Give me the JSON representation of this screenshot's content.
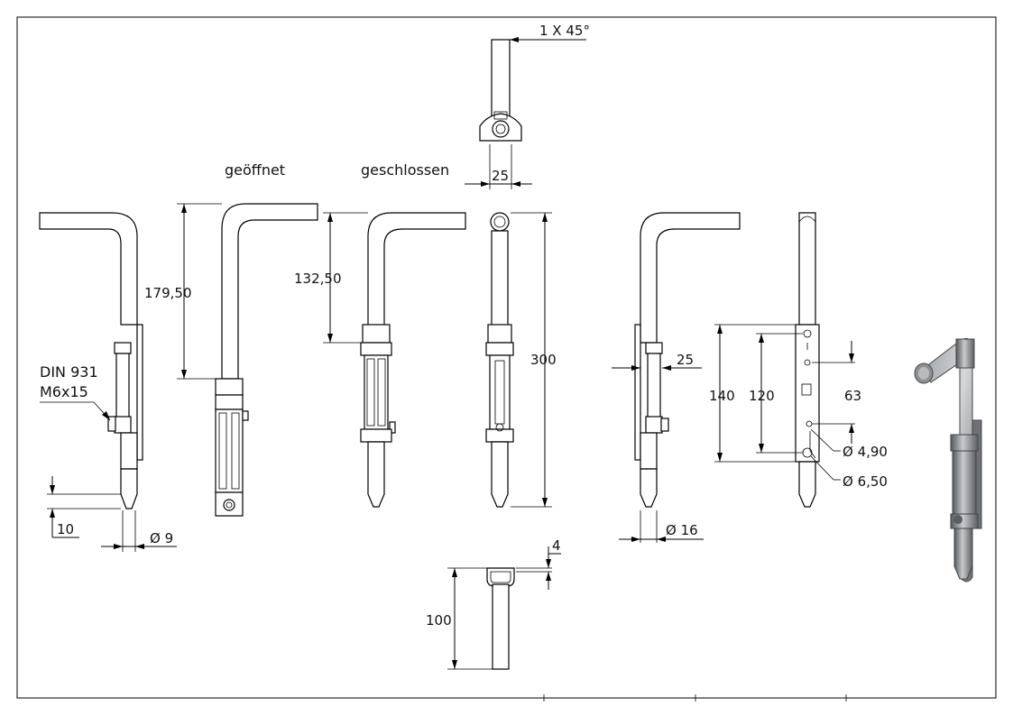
{
  "labels": {
    "opened": "geöffnet",
    "closed": "geschlossen",
    "screw_line1": "DIN 931",
    "screw_line2": "M6x15"
  },
  "dimensions": {
    "chamfer": "1 X 45°",
    "top_width": "25",
    "open_height": "179,50",
    "closed_height": "132,50",
    "total_length": "300",
    "bracket_offset": "25",
    "hole_span_outer": "140",
    "hole_span_inner": "120",
    "plate_dim": "63",
    "hole_small": "Ø 4,90",
    "hole_large": "Ø 6,50",
    "tip_length": "10",
    "pin_diameter": "Ø 9",
    "bolt_diameter": "Ø 16",
    "thickness": "4",
    "bottom_length": "100"
  },
  "colors": {
    "line": "#000000",
    "render_body": "#7a7d80",
    "render_highlight": "#c8cacc"
  }
}
